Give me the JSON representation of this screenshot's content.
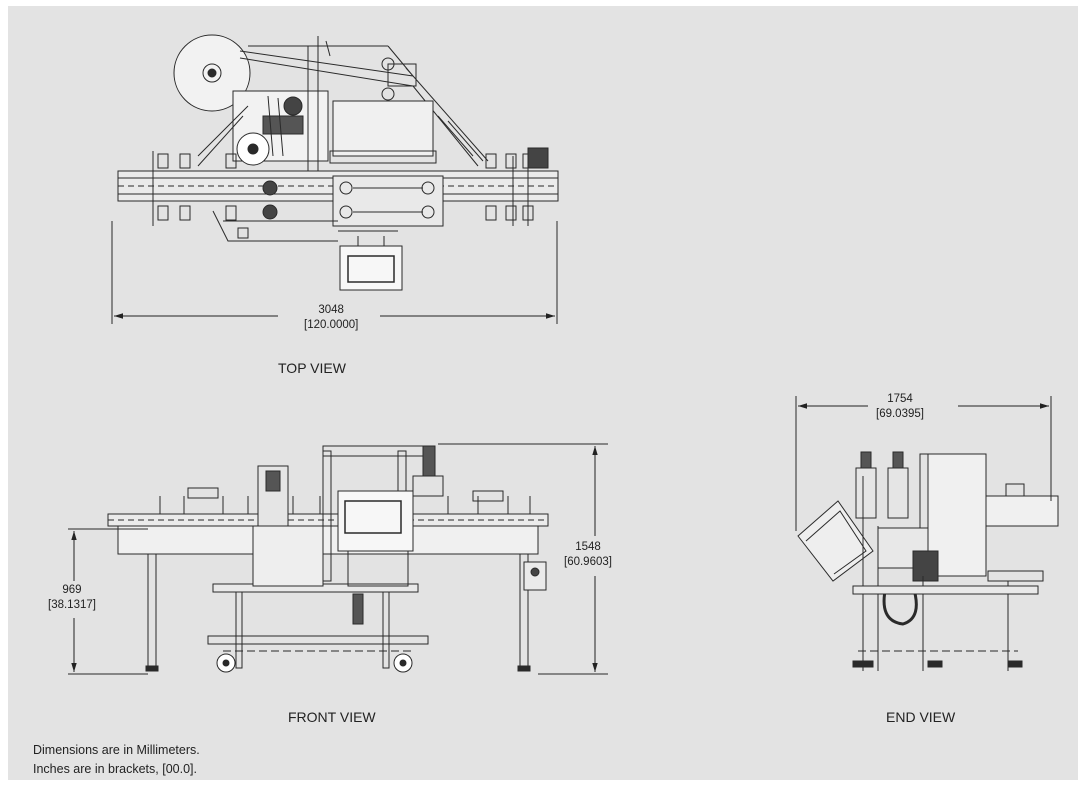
{
  "views": {
    "top": {
      "label": "TOP VIEW",
      "width_mm": "3048",
      "width_in": "[120.0000]"
    },
    "front": {
      "label": "FRONT VIEW",
      "height_mm": "1548",
      "height_in": "[60.9603]",
      "conveyor_mm": "969",
      "conveyor_in": "[38.1317]"
    },
    "end": {
      "label": "END VIEW",
      "width_mm": "1754",
      "width_in": "[69.0395]"
    }
  },
  "notes": {
    "line1": "Dimensions are in Millimeters.",
    "line2": "Inches are in brackets, [00.0]."
  },
  "colors": {
    "background": "#e3e3e3",
    "linework": "#2a2a2a"
  }
}
